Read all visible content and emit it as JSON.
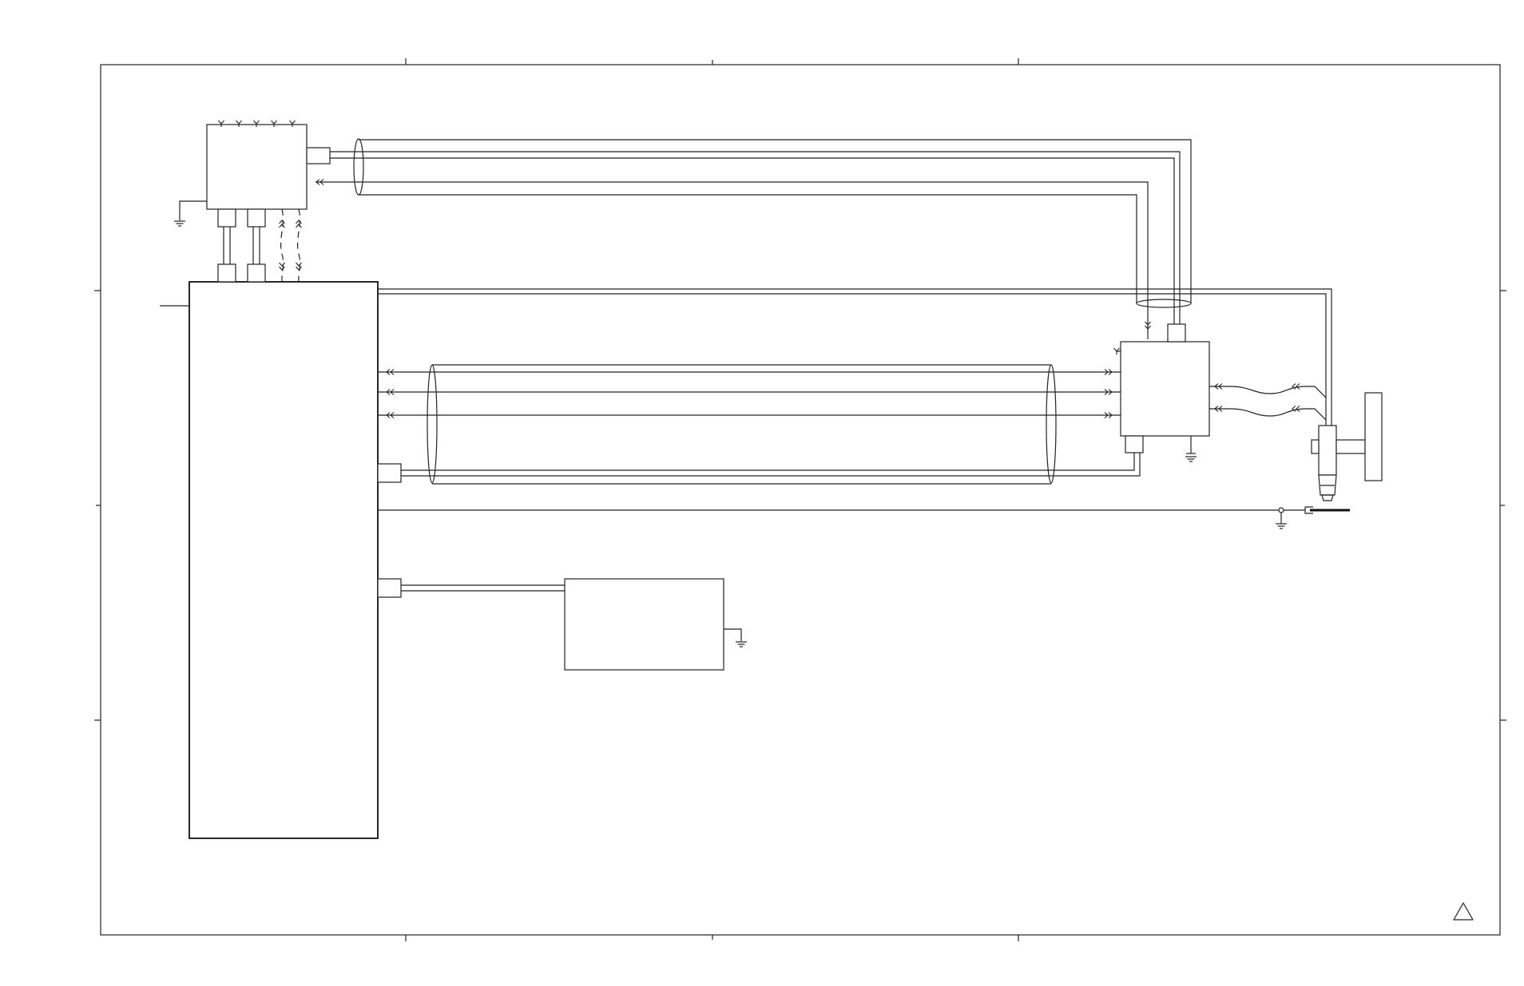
{
  "diagram": {
    "type": "wiring-schematic",
    "labels": [],
    "colors": {
      "line": "#222222",
      "background": "#ffffff"
    },
    "symbols": [
      "frame-border",
      "main-unit-box",
      "top-left-module",
      "right-junction-module",
      "bottom-module",
      "control-handle",
      "ground-symbols",
      "cable-sheath-bundles",
      "revision-triangle"
    ]
  }
}
